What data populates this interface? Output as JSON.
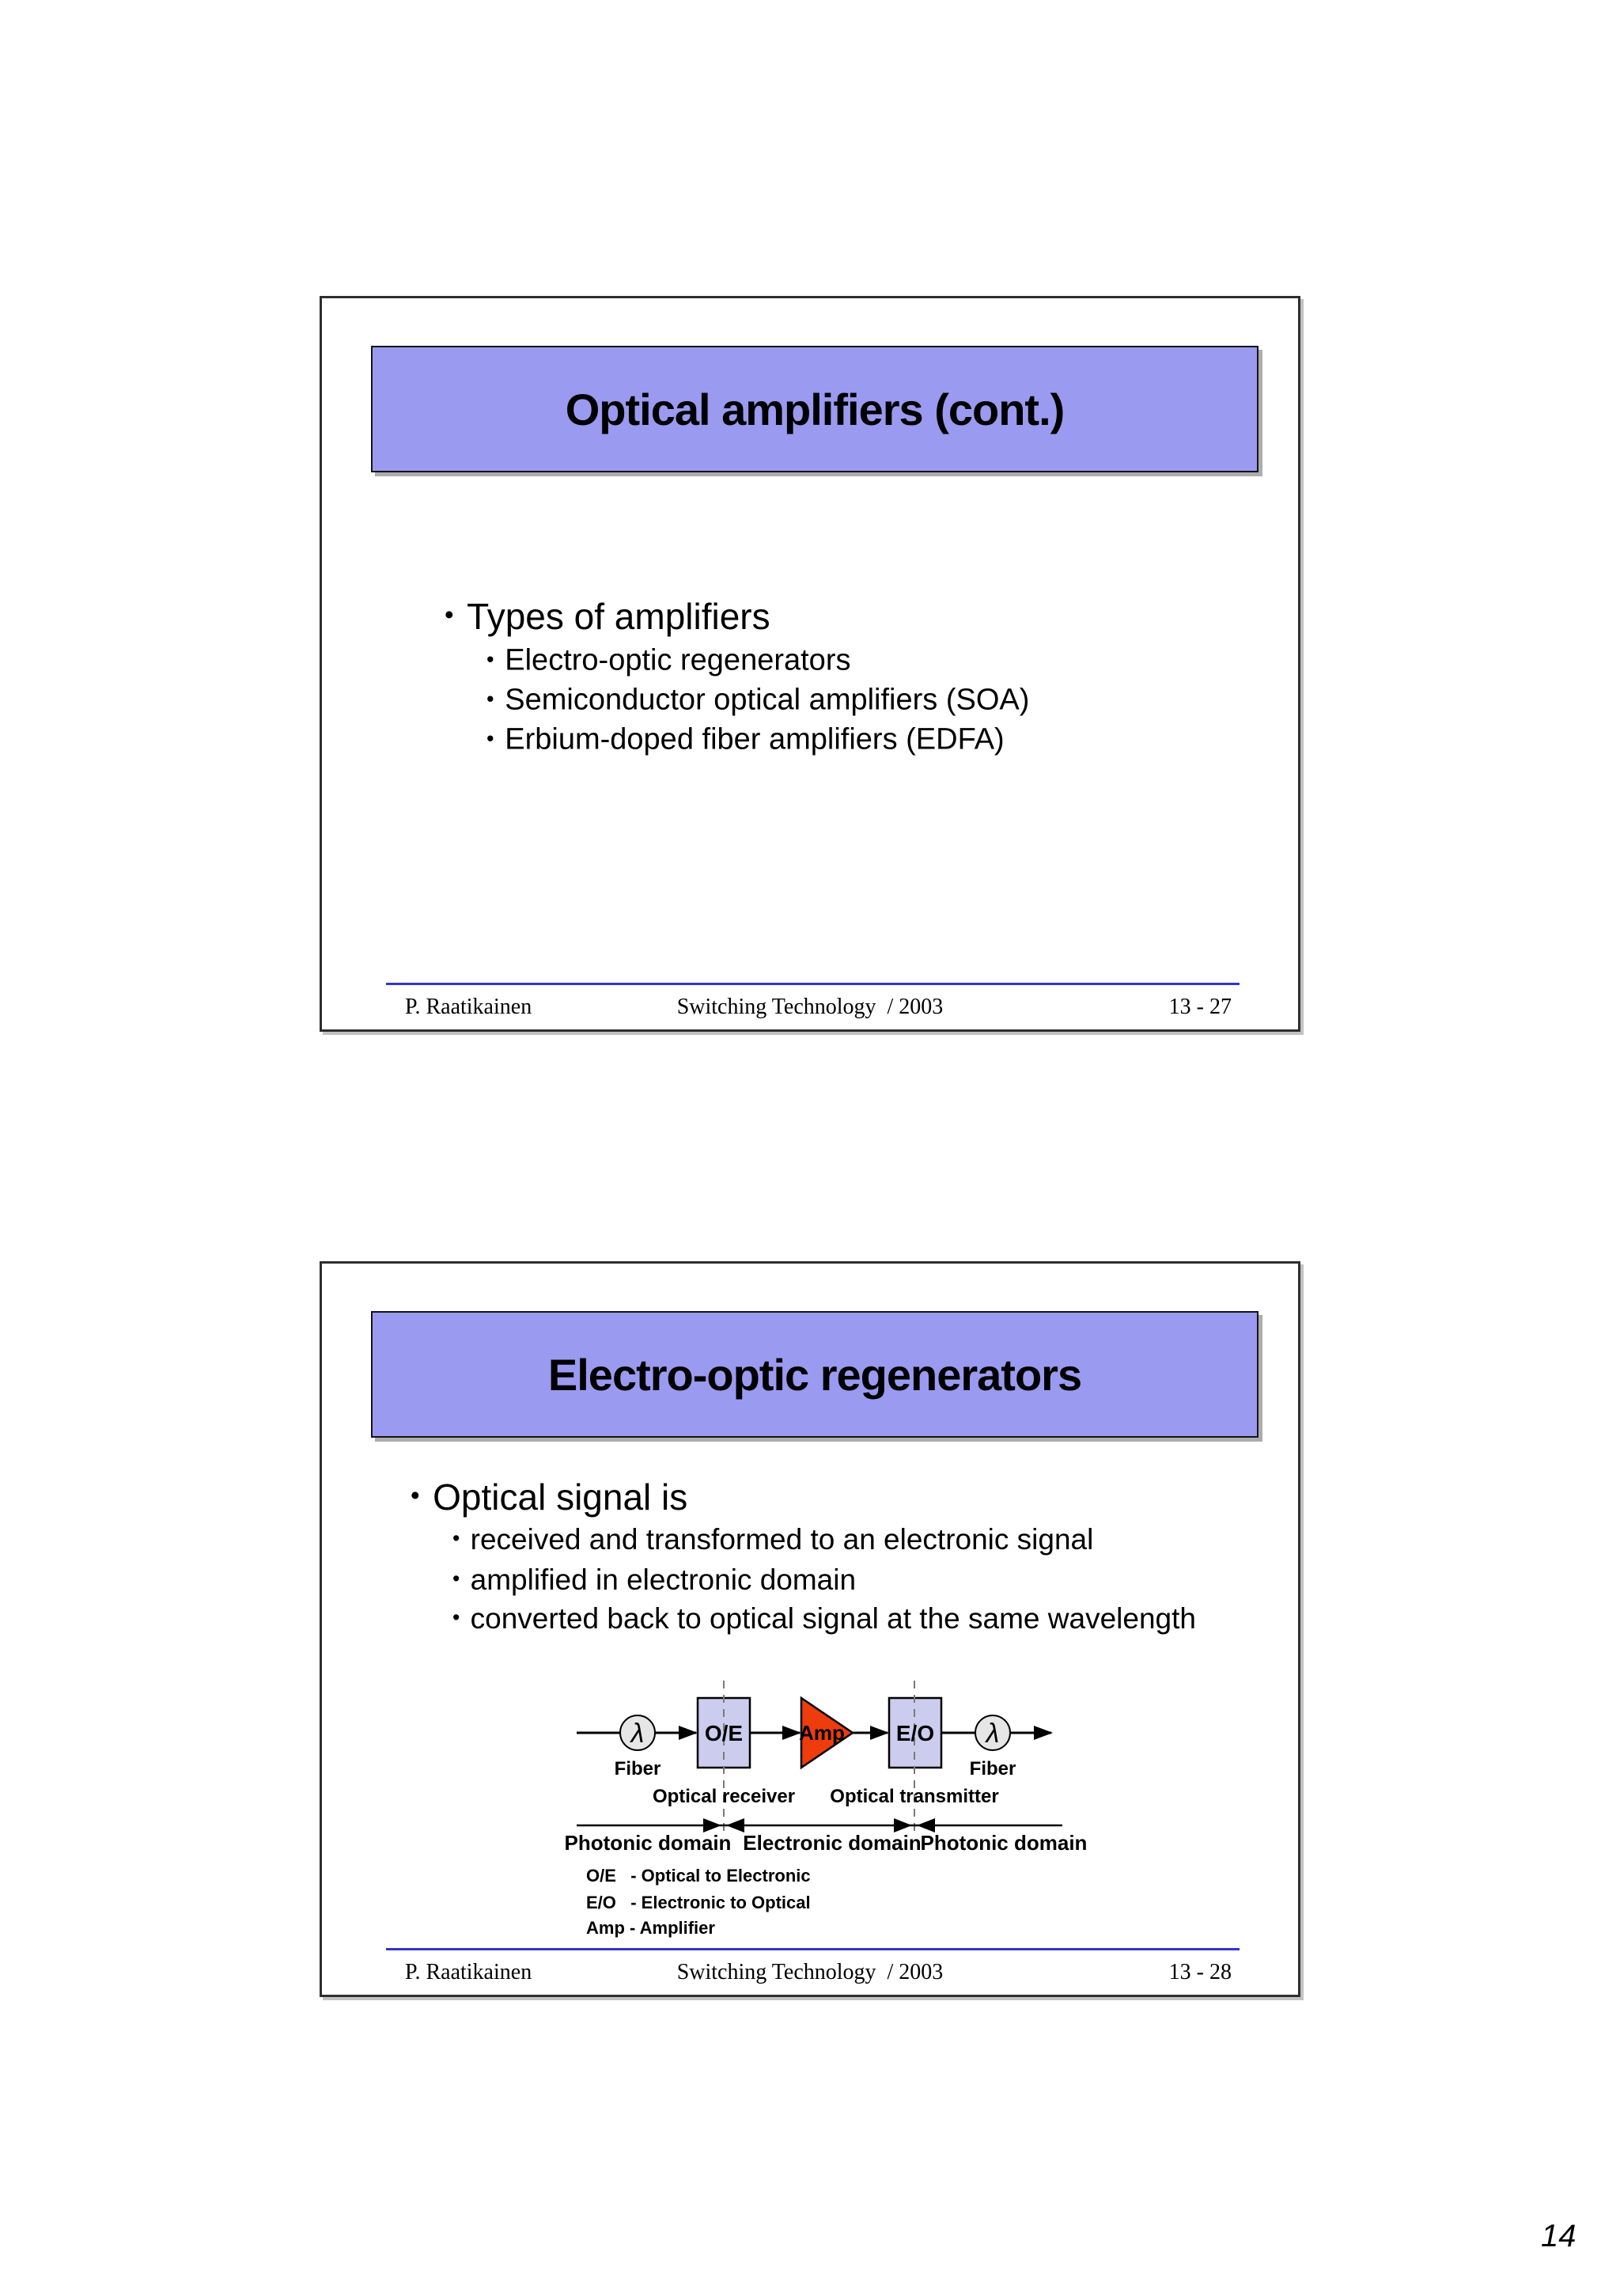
{
  "page": {
    "number": "14"
  },
  "theme": {
    "title_bar_fill": "#9A9AF0",
    "footer_rule": "#3333CC"
  },
  "slides": [
    {
      "title": "Optical amplifiers (cont.)",
      "bullet": "Types of amplifiers",
      "subs": [
        "Electro-optic regenerators",
        "Semiconductor optical amplifiers (SOA)",
        "Erbium-doped fiber amplifiers (EDFA)"
      ],
      "footer": {
        "author": "P. Raatikainen",
        "course": "Switching Technology  / 2003",
        "num": "13 - 27"
      }
    },
    {
      "title": "Electro-optic regenerators",
      "bullet": "Optical signal is",
      "subs": [
        "received and transformed to an electronic signal",
        "amplified in electronic domain",
        "converted back to optical signal at the same wavelength"
      ],
      "diagram": {
        "lambda": "λ",
        "fiber_left": "Fiber",
        "fiber_right": "Fiber",
        "oe_box": "O/E",
        "amp": "Amp",
        "eo_box": "E/O",
        "receiver": "Optical receiver",
        "transmitter": "Optical transmitter",
        "domain_left": "Photonic domain",
        "domain_mid": "Electronic domain",
        "domain_right": "Photonic domain",
        "legend": [
          "O/E   - Optical to Electronic",
          "E/O   - Electronic to Optical",
          "Amp - Amplifier"
        ],
        "colors": {
          "component_fill": "#CCCCEE",
          "amp_fill": "#EE3C0D",
          "circle_fill": "#E6E6E6"
        }
      },
      "footer": {
        "author": "P. Raatikainen",
        "course": "Switching Technology  / 2003",
        "num": "13 - 28"
      }
    }
  ]
}
